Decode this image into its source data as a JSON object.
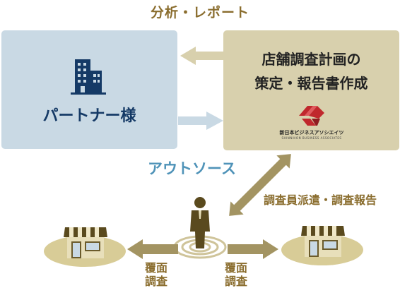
{
  "top_label": "分析・レポート",
  "partner": {
    "label": "パートナー様",
    "icon": "building-icon"
  },
  "company": {
    "line1": "店舗調査計画の",
    "line2": "策定・報告書作成",
    "logo_main": "新日本ビジネスアソシエイツ",
    "logo_sub": "SHINNIHON BUSINESS ASSOCIATES",
    "icon": "company-logo-icon"
  },
  "outsource_label": "アウトソース",
  "dispatch_label": "調査員派遣・調査報告",
  "left_store_label": {
    "line1": "覆面",
    "line2": "調査"
  },
  "right_store_label": {
    "line1": "覆面",
    "line2": "調査"
  },
  "colors": {
    "brown": "#8a6d2e",
    "navy": "#153a66",
    "blue": "#4f93b8",
    "partner_bg": "#c9d9e4",
    "company_bg": "#d8d0ad",
    "arrow": "#a39462"
  }
}
